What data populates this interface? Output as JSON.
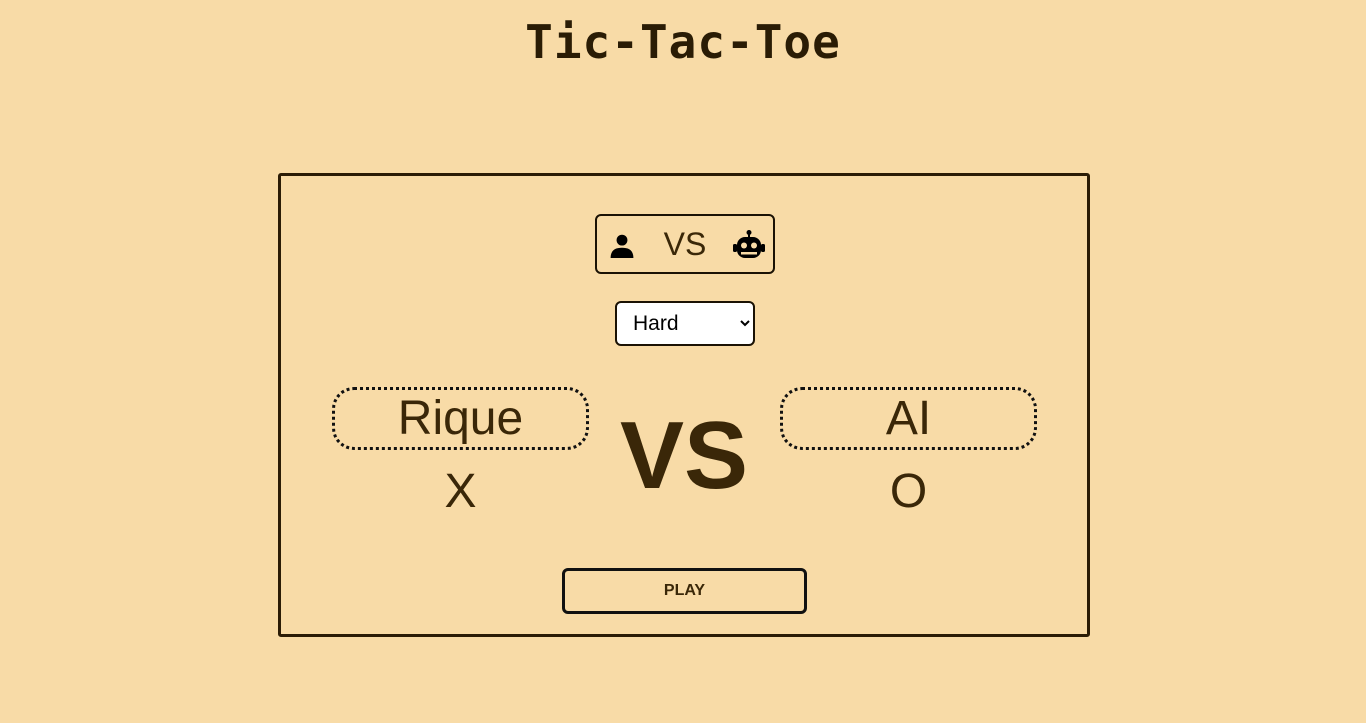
{
  "app": {
    "title": "Tic-Tac-Toe"
  },
  "mode": {
    "left_icon": "person-icon",
    "label": "VS",
    "right_icon": "robot-icon"
  },
  "difficulty": {
    "selected": "Hard"
  },
  "players": {
    "left": {
      "name": "Rique",
      "symbol": "X"
    },
    "right": {
      "name": "AI",
      "symbol": "O"
    },
    "vs_label": "VS"
  },
  "actions": {
    "play_label": "PLAY"
  },
  "colors": {
    "background": "#f8dba7",
    "text": "#3a2708",
    "border": "#2b1c06"
  }
}
